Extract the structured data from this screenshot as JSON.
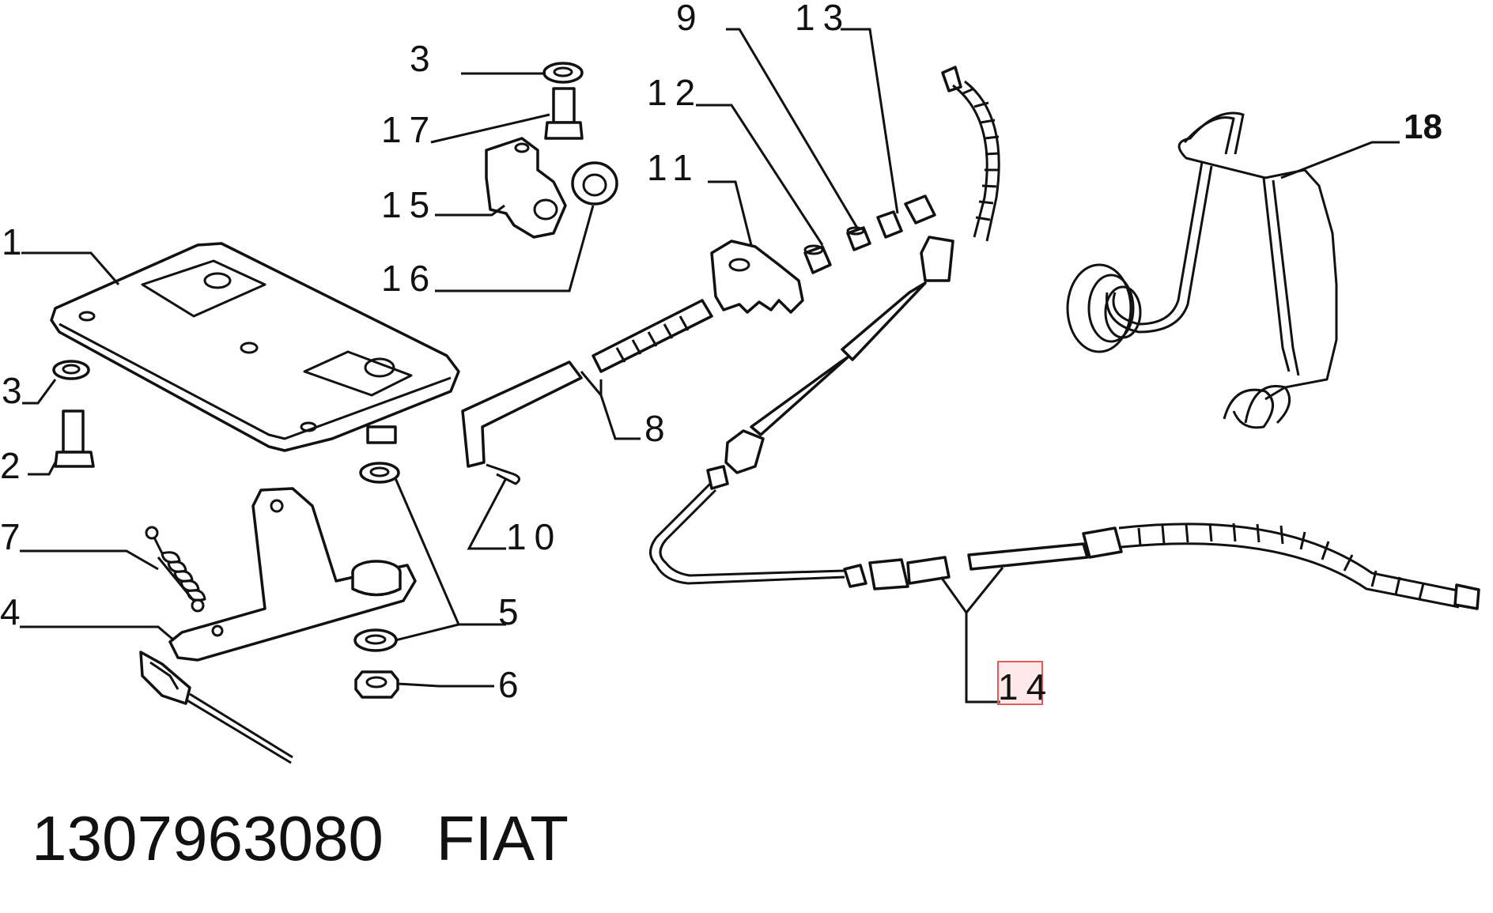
{
  "labels": {
    "l1": "1",
    "l2": "2",
    "l3a": "3",
    "l3b": "3",
    "l4": "4",
    "l5": "5",
    "l6": "6",
    "l7": "7",
    "l8": "8",
    "l9": "9",
    "l10": "10",
    "l11": "11",
    "l12": "12",
    "l13": "13",
    "l14": "14",
    "l15": "15",
    "l16": "16",
    "l17": "17",
    "l18": "18"
  },
  "footer": {
    "part_number": "1307963080   FIAT"
  },
  "highlight": {
    "label": "14",
    "color": "#e45a5a"
  }
}
